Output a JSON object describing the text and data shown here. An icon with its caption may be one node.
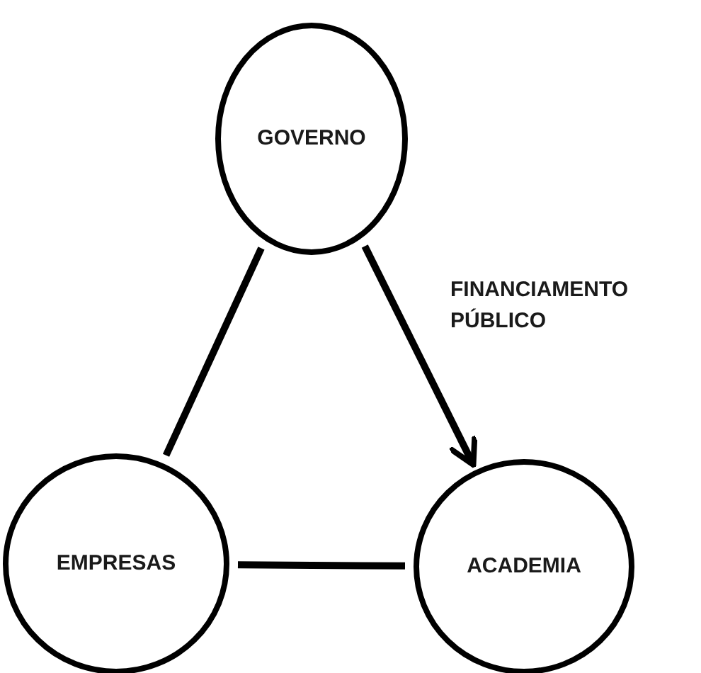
{
  "diagram": {
    "nodes": [
      {
        "text": [
          "GOVERNO"
        ]
      },
      {
        "text": [
          "EMPRESAS"
        ]
      },
      {
        "text": [
          "ACADEMIA"
        ]
      }
    ],
    "edges": [
      {
        "from": 1,
        "to": 0,
        "arrow": "none"
      },
      {
        "from": 0,
        "to": 2,
        "arrow": "to",
        "label": "FINANCIAMENTO PÚBLICO"
      },
      {
        "from": 1,
        "to": 2,
        "arrow": "none"
      }
    ]
  }
}
